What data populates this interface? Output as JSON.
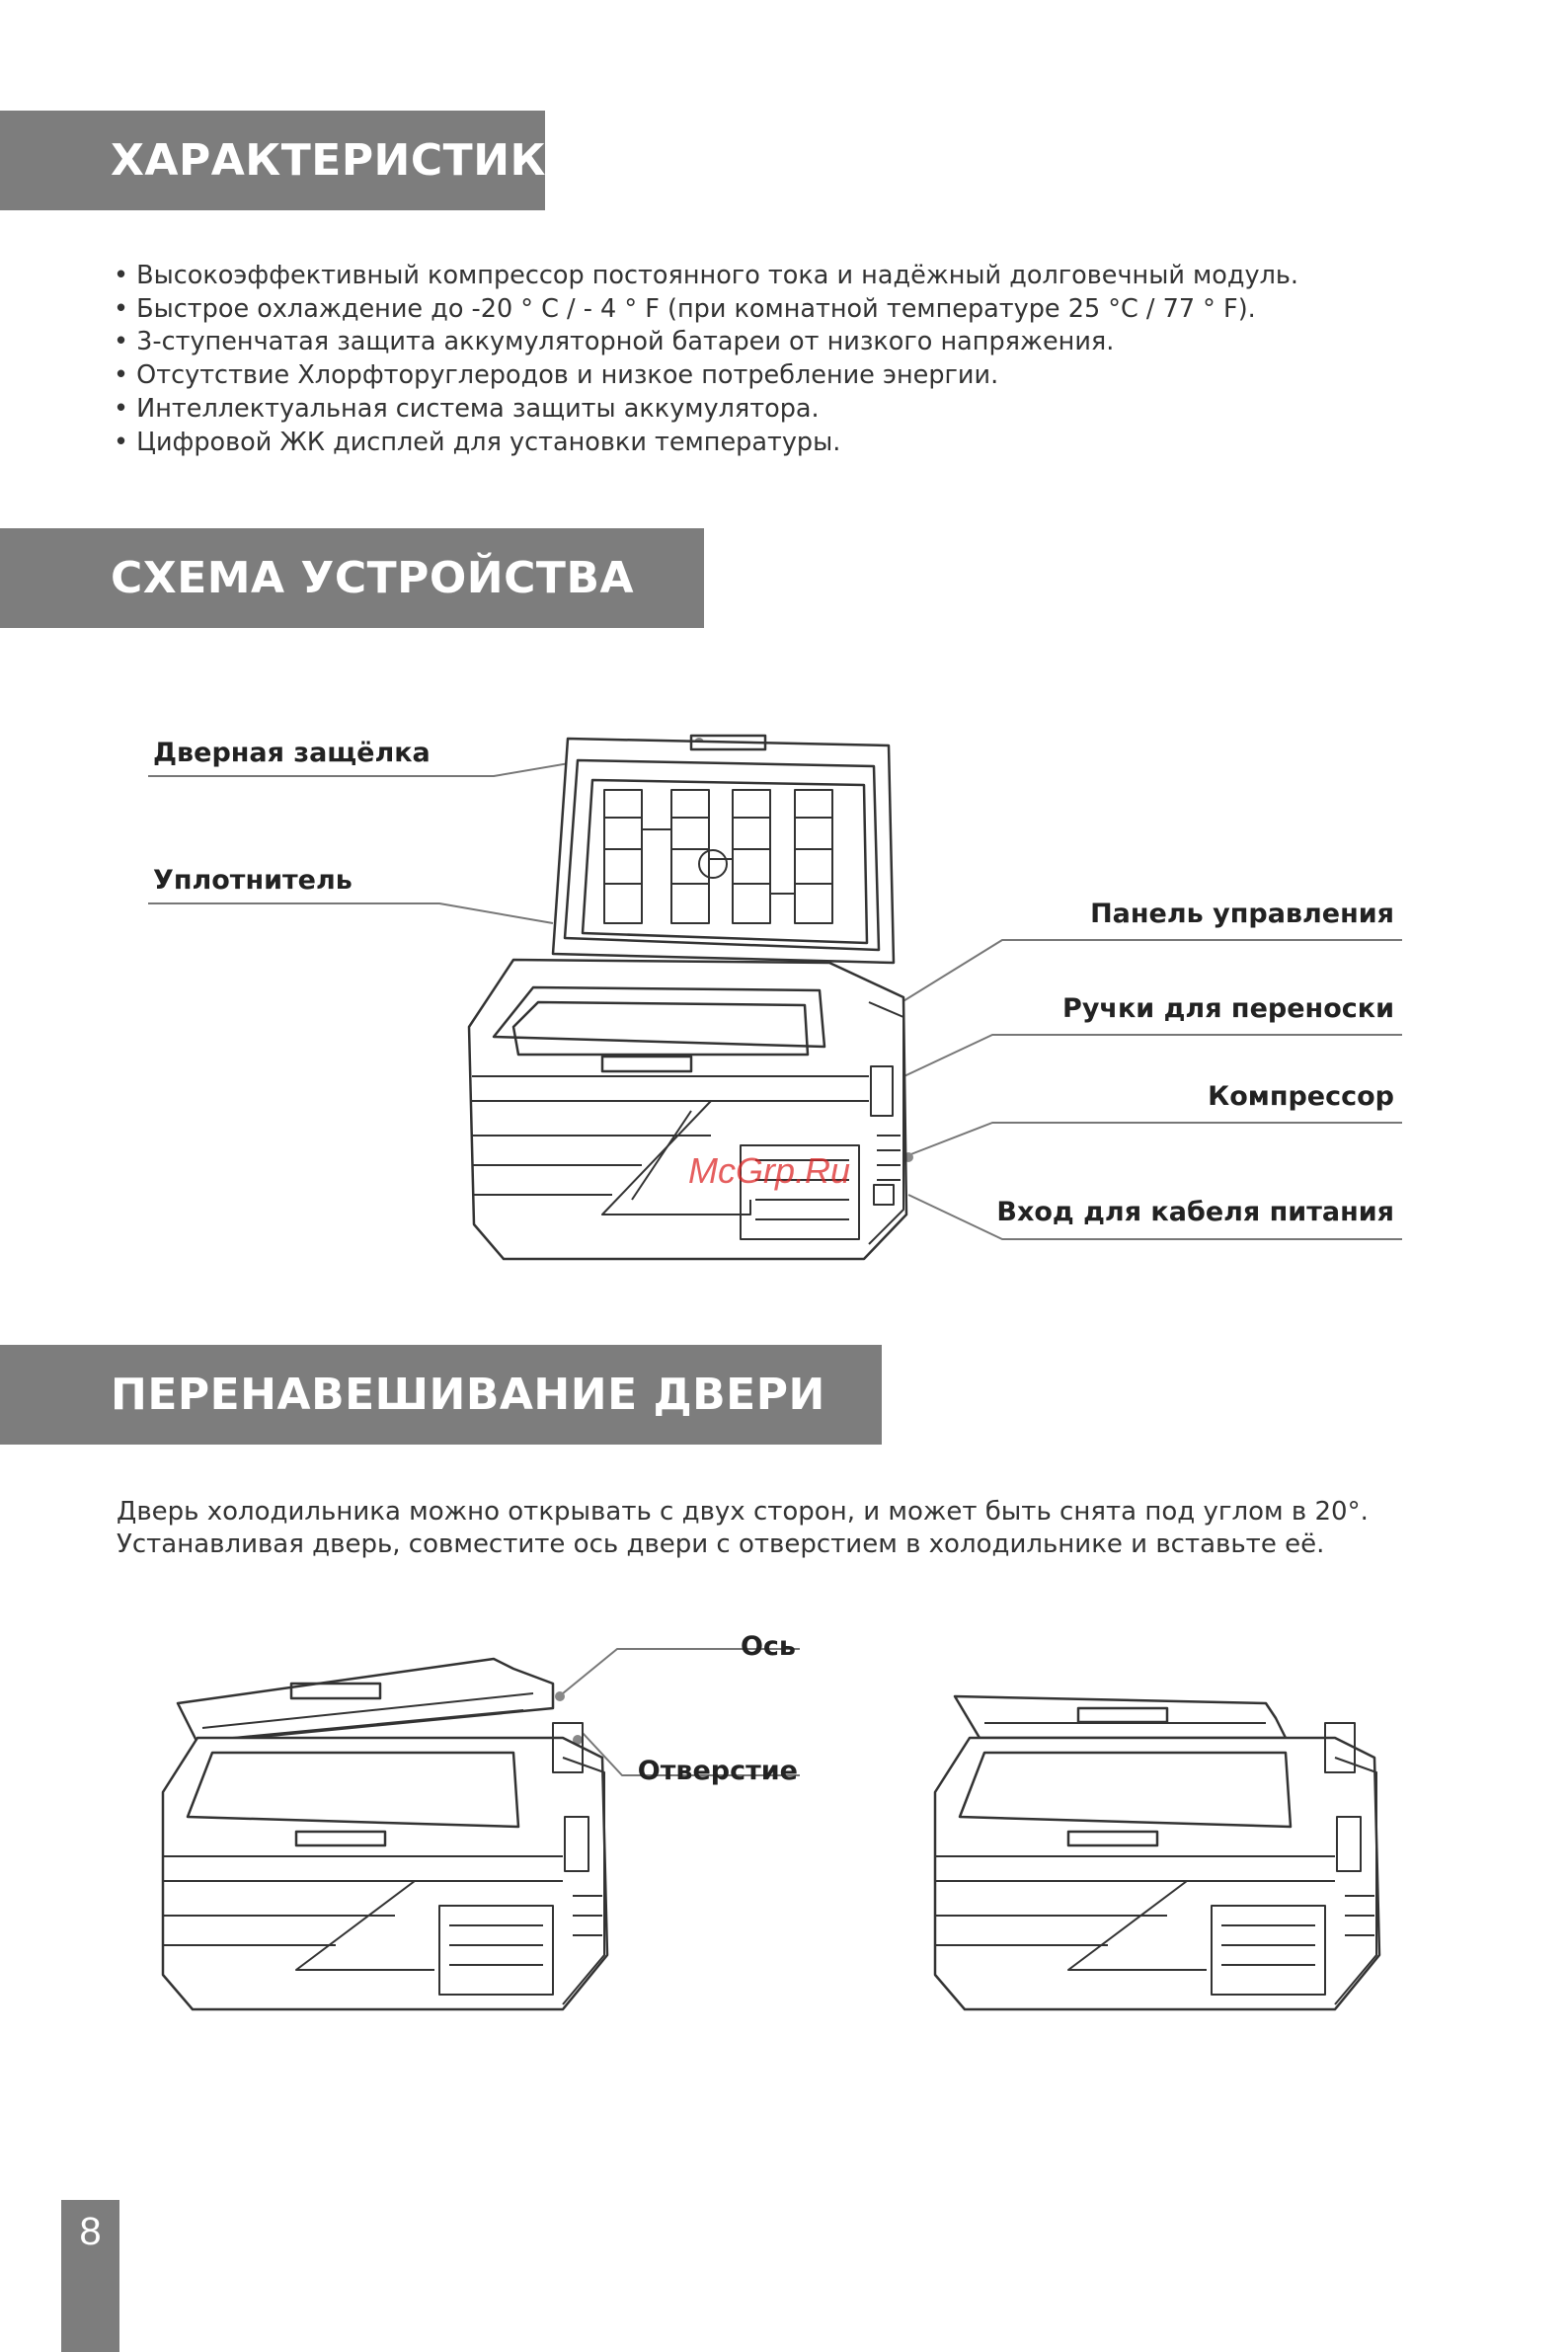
{
  "sections": {
    "features": {
      "title": "ХАРАКТЕРИСТИКИ",
      "items": [
        "Высокоэффективный компрессор постоянного тока и надёжный долговечный модуль.",
        "Быстрое охлаждение до -20 ° C / - 4 ° F (при комнатной температуре 25 °C / 77 ° F).",
        "3-ступенчатая защита аккумуляторной батареи от низкого напряжения.",
        "Отсутствие Хлорфторуглеродов и низкое потребление энергии.",
        "Интеллектуальная система защиты аккумулятора.",
        "Цифровой ЖК дисплей для установки температуры."
      ]
    },
    "diagram": {
      "title": "СХЕМА УСТРОЙСТВА",
      "labels": {
        "door_latch": "Дверная защёлка",
        "seal": "Уплотнитель",
        "control_panel": "Панель управления",
        "handles": "Ручки для переноски",
        "compressor": "Компрессор",
        "power_input": "Вход для кабеля питания"
      }
    },
    "door": {
      "title": "ПЕРЕНАВЕШИВАНИЕ ДВЕРИ",
      "lines": [
        "Дверь холодильника можно открывать с двух сторон, и может быть снята под углом в 20°.",
        "Устанавливая дверь, совместите ось двери с отверстием в холодильнике и вставьте её."
      ],
      "labels": {
        "axis": "Ось",
        "hole": "Отверстие"
      }
    }
  },
  "watermark": "McGrp.Ru",
  "page_number": "8"
}
